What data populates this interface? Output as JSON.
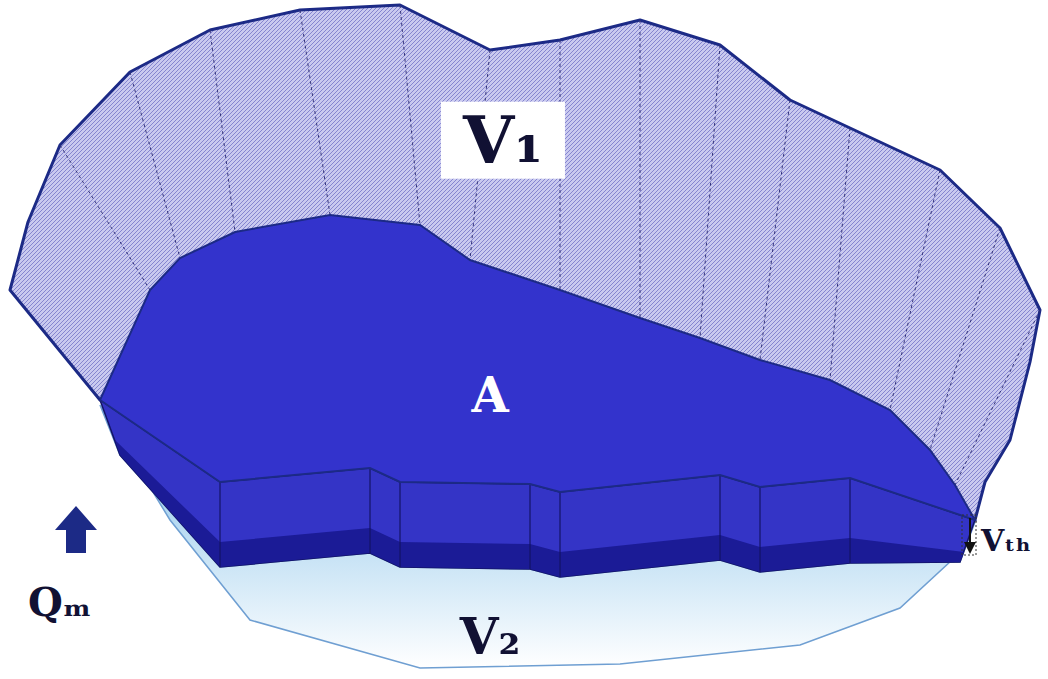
{
  "diagram": {
    "labels": [
      "V₁",
      "A",
      "V₂",
      "Qₘ",
      "Vₜₕ"
    ]
  }
}
